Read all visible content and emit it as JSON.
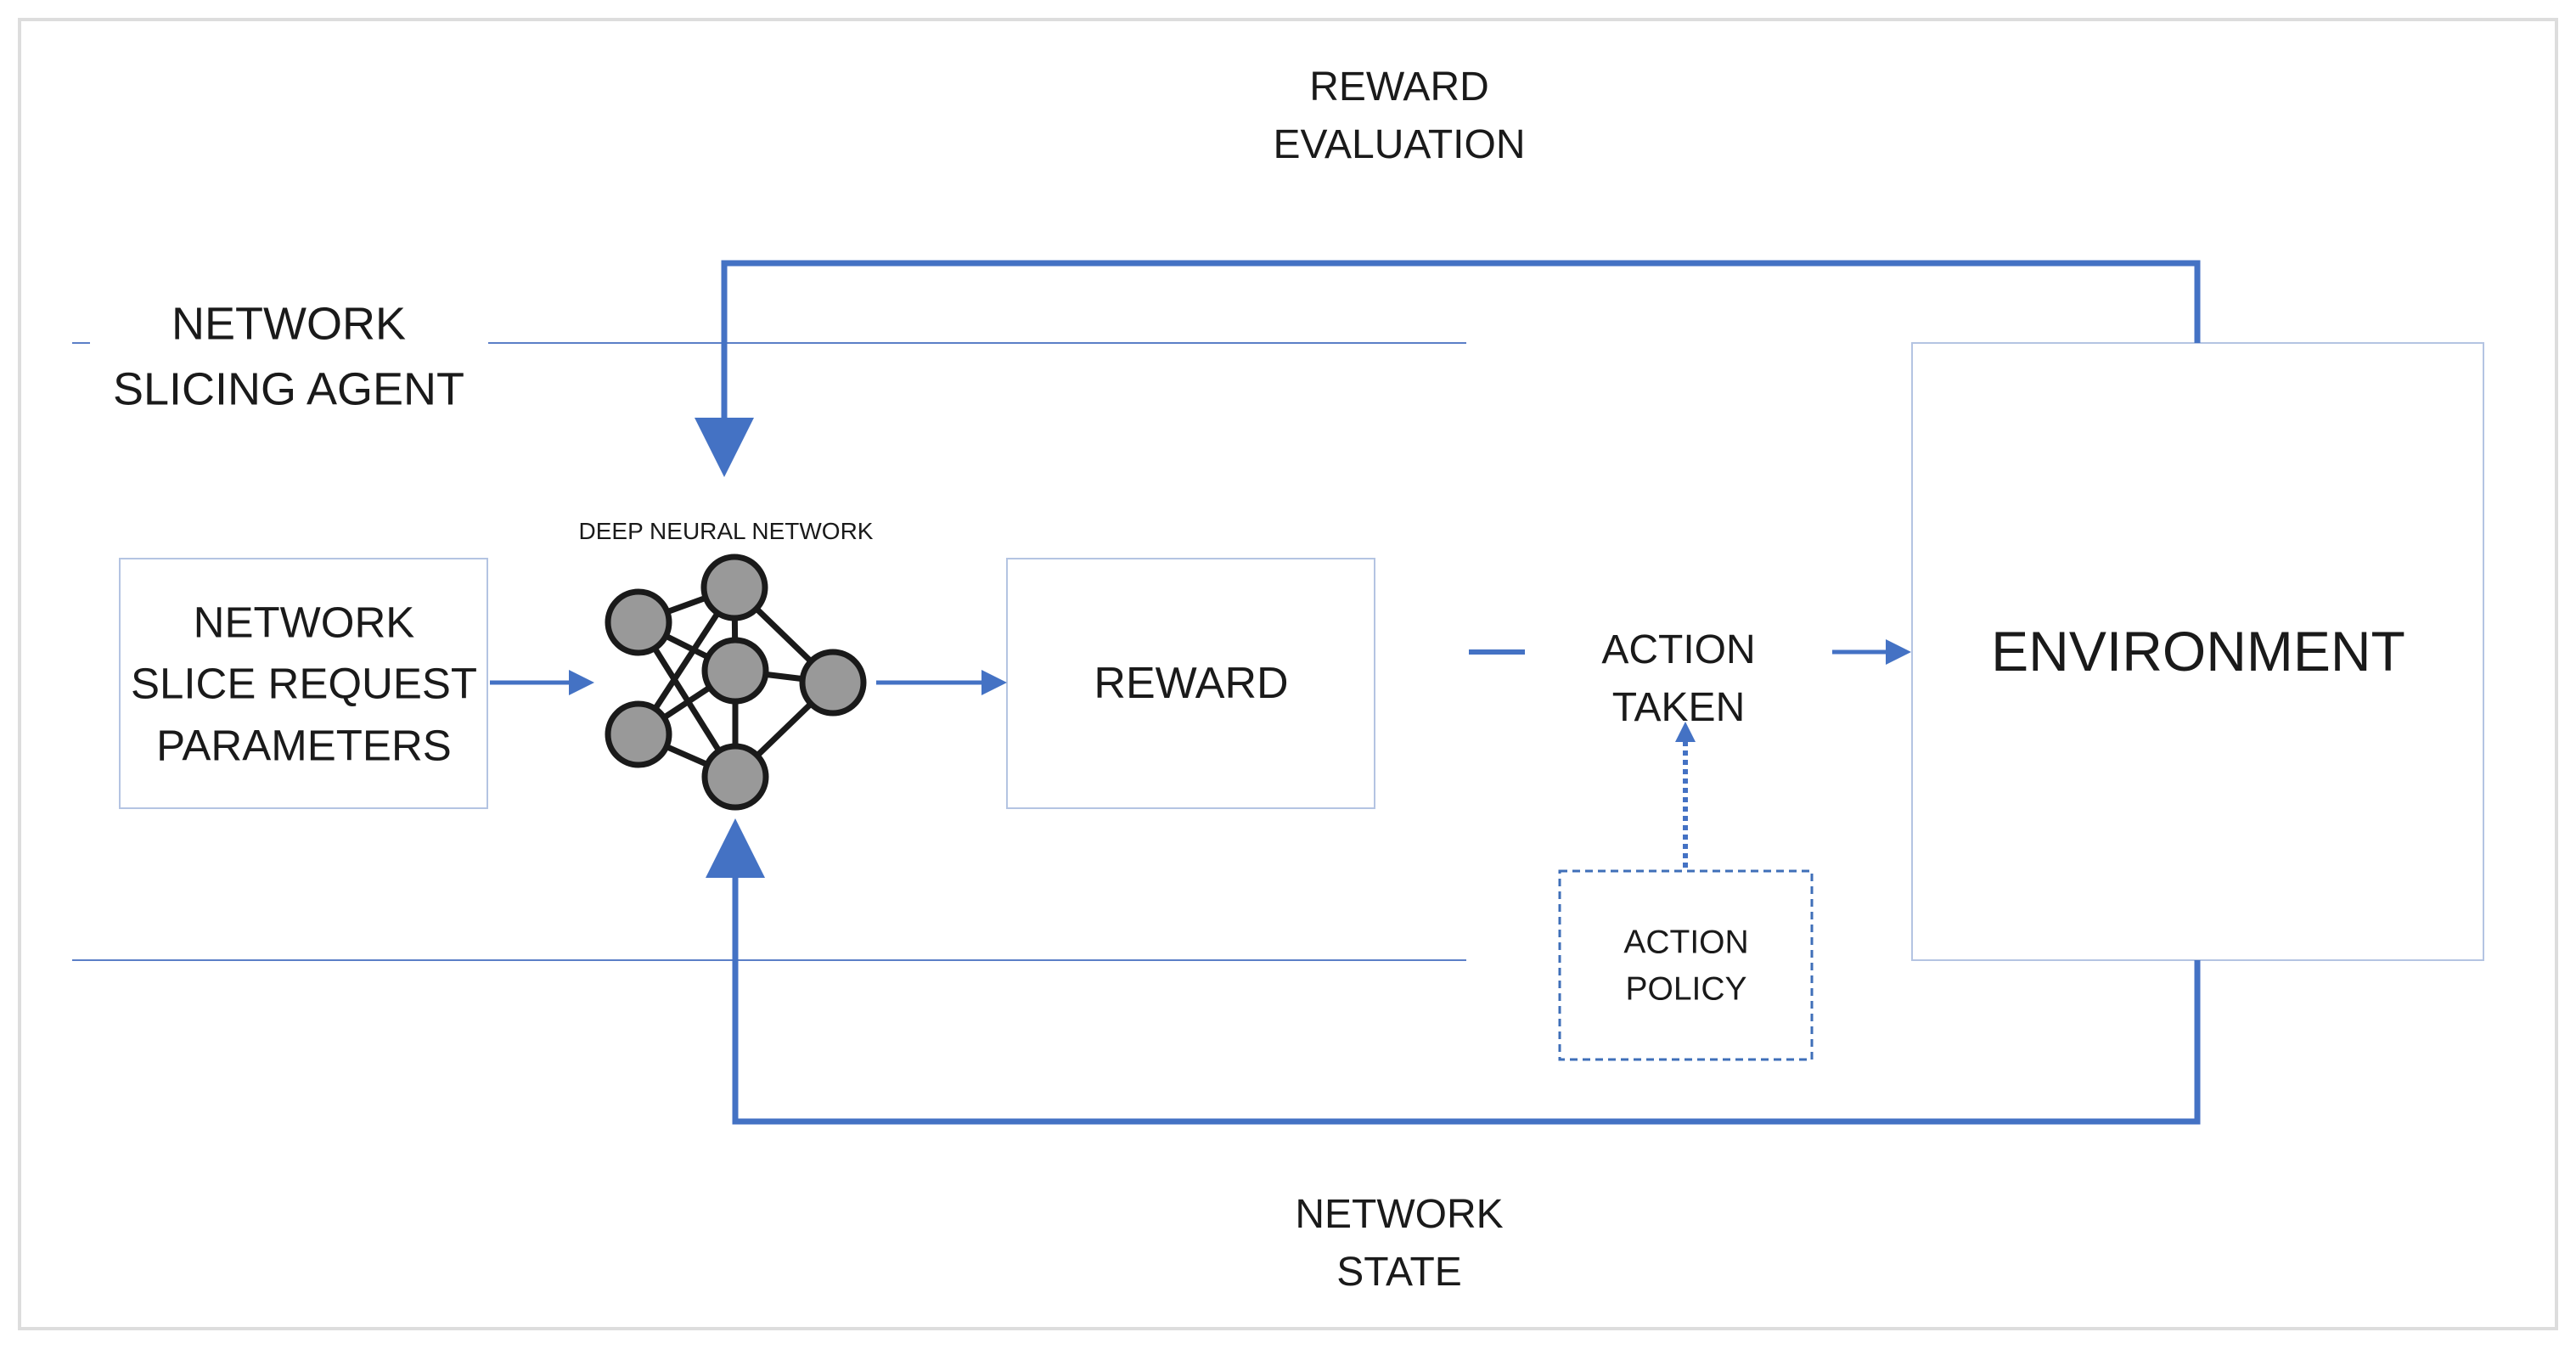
{
  "labels": {
    "reward_evaluation": "REWARD\nEVALUATION",
    "network_slicing_agent": "NETWORK\nSLICING AGENT",
    "deep_neural_network": "DEEP NEURAL NETWORK",
    "network_slice_request_parameters": "NETWORK\nSLICE REQUEST\nPARAMETERS",
    "reward": "REWARD",
    "action_taken": "ACTION\nTAKEN",
    "environment": "ENVIRONMENT",
    "action_policy": "ACTION\nPOLICY",
    "network_state": "NETWORK\nSTATE"
  },
  "colors": {
    "arrow": "#4472c4",
    "agent_line": "#5b7fc7",
    "box_border": "#b4c4e2",
    "policy_border": "#3f6fb8",
    "frame": "#dddddd",
    "node_fill": "#999999",
    "node_stroke": "#1a1a1a",
    "text": "#1a1a1a"
  },
  "icons": {
    "network": "neural-network-icon"
  }
}
